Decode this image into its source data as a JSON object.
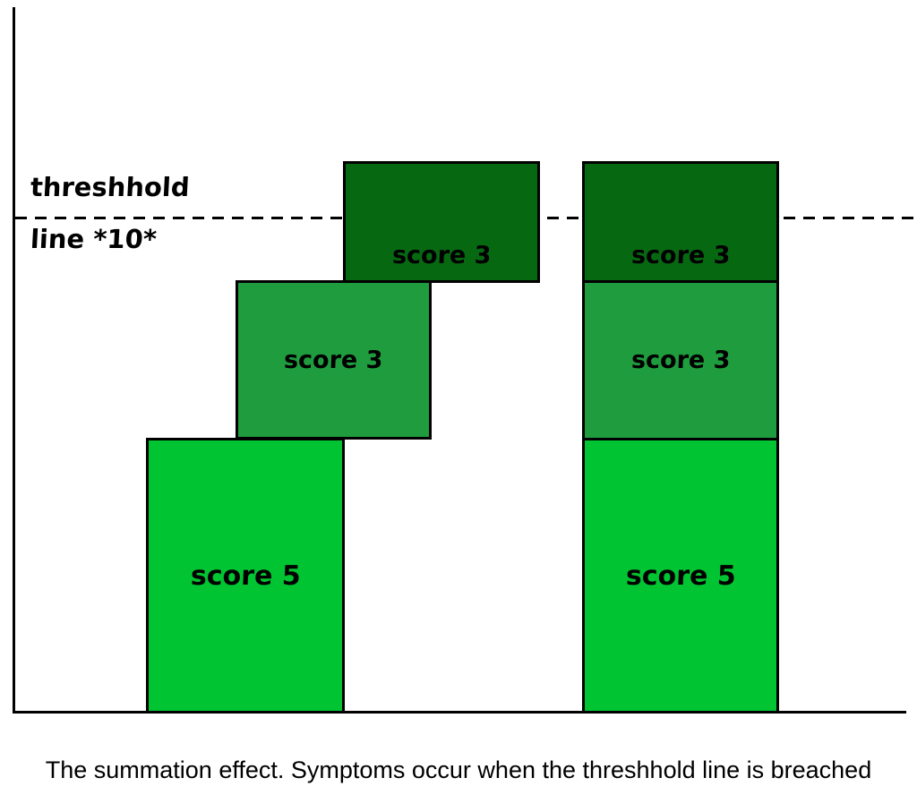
{
  "threshold": {
    "label_line1": "threshhold",
    "label_line2": "line *10*",
    "value": "10"
  },
  "colors": {
    "light_green": "#00c432",
    "medium_green": "#1f9c3e",
    "dark_green": "#076812",
    "line_color": "#000000"
  },
  "staircase": {
    "bottom": {
      "label": "score 5",
      "color": "#00c432"
    },
    "middle": {
      "label": "score 3",
      "color": "#1f9c3e"
    },
    "top": {
      "label": "score 3",
      "color": "#076812"
    }
  },
  "stack": {
    "bottom": {
      "label": "score 5",
      "color": "#00c432"
    },
    "middle": {
      "label": "score 3",
      "color": "#1f9c3e"
    },
    "top": {
      "label": "score 3",
      "color": "#076812"
    }
  },
  "caption": "The summation effect. Symptoms occur when the threshhold line is breached"
}
